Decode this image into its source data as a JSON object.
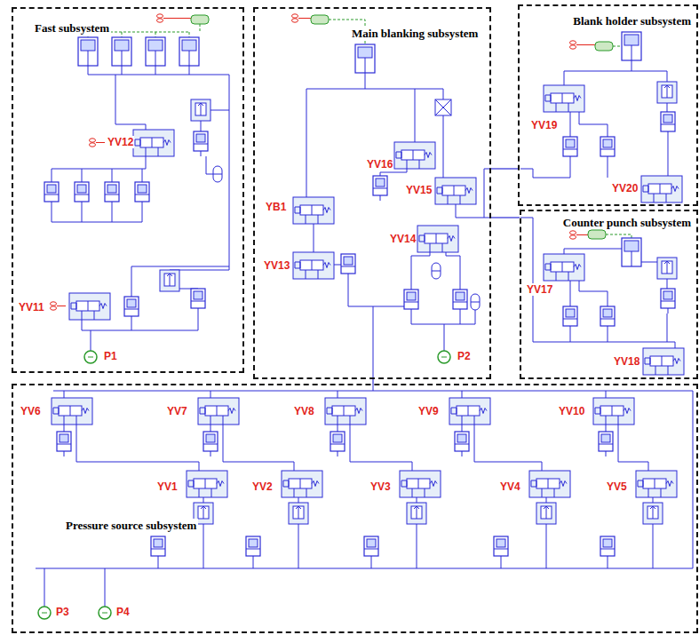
{
  "diagram": {
    "nodes": [
      {
        "text": [
          "Fast subsystem"
        ]
      },
      {
        "text": [
          "Main blanking subsystem"
        ]
      },
      {
        "text": [
          "Blank holder subsystem"
        ]
      },
      {
        "text": [
          "Counter punch subsystem"
        ]
      },
      {
        "text": [
          "Pressure source subsystem"
        ]
      }
    ],
    "edges": [
      {
        "from": 4,
        "to": 1,
        "arrow": "none"
      },
      {
        "from": 1,
        "to": 2,
        "arrow": "none"
      },
      {
        "from": 1,
        "to": 3,
        "arrow": "none"
      }
    ],
    "labels": [
      "YV12",
      "YV11",
      "P1",
      "YB1",
      "YV16",
      "YV15",
      "YV13",
      "YV14",
      "P2",
      "YV19",
      "YV20",
      "YV17",
      "YV18",
      "YV6",
      "YV7",
      "YV8",
      "YV9",
      "YV10",
      "YV1",
      "YV2",
      "YV3",
      "YV4",
      "YV5",
      "P3",
      "P4"
    ]
  }
}
